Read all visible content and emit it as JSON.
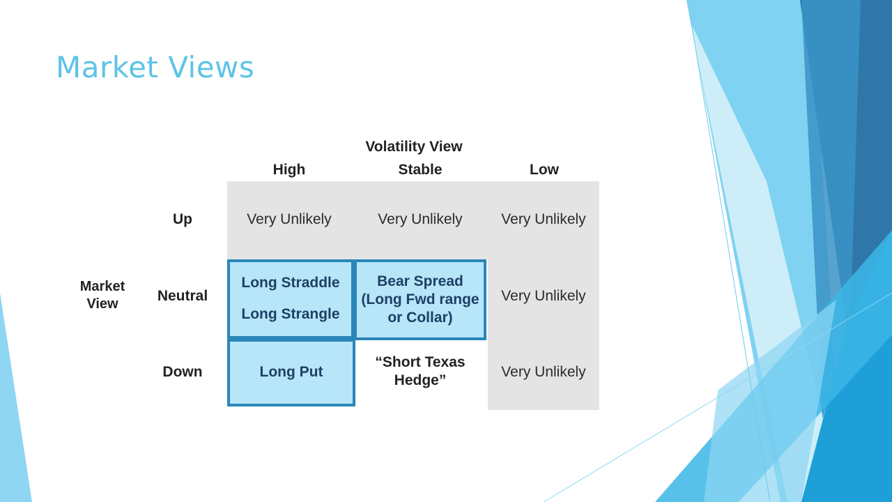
{
  "slide": {
    "title": "Market Views"
  },
  "matrix": {
    "volatility_label": "Volatility View",
    "market_label_line1": "Market",
    "market_label_line2": "View",
    "columns": [
      "High",
      "Stable",
      "Low"
    ],
    "rows": [
      "Up",
      "Neutral",
      "Down"
    ],
    "cells": {
      "up_high": "Very Unlikely",
      "up_stable": "Very Unlikely",
      "up_low": "Very Unlikely",
      "neutral_high_line1": "Long Straddle",
      "neutral_high_line2": "Long Strangle",
      "neutral_stable_line1": "Bear Spread",
      "neutral_stable_line2": "(Long Fwd range",
      "neutral_stable_line3": "or Collar)",
      "neutral_low": "Very Unlikely",
      "down_high": "Long Put",
      "down_stable_line1": "“Short Texas",
      "down_stable_line2": "Hedge”",
      "down_low": "Very Unlikely"
    }
  },
  "colors": {
    "title": "#5ec3e6",
    "highlight_fill": "#b6e6f8",
    "highlight_border": "#2a86b8",
    "gray_fill": "#e4e4e4"
  }
}
